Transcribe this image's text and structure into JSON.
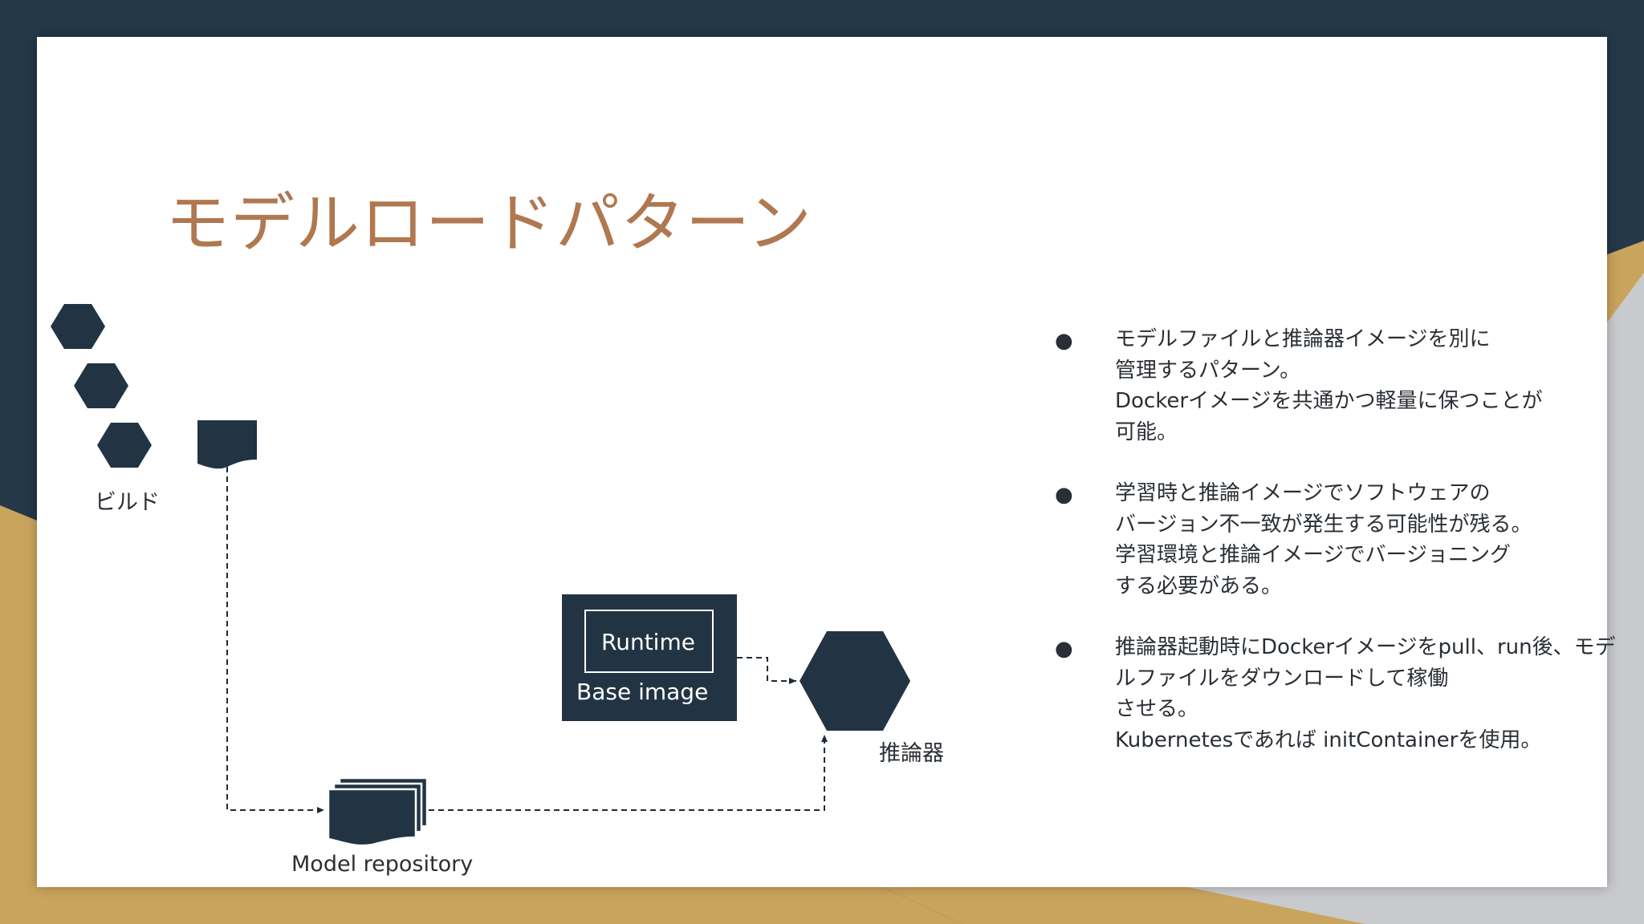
{
  "colors": {
    "frame_dark": "#243848",
    "frame_gold": "#c9a45c",
    "frame_gray": "#c9cacd",
    "slide_bg": "#ffffff",
    "title": "#b07850",
    "shape_fill": "#223444",
    "text": "#2a2f35"
  },
  "slide": {
    "title": "モデルロードパターン"
  },
  "diagram": {
    "build_label": "ビルド",
    "runtime_label": "Runtime",
    "base_image_label": "Base image",
    "inference_label": "推論器",
    "model_repository_label": "Model repository"
  },
  "bullets": [
    {
      "lines": [
        "モデルファイルと推論器イメージを別に",
        "管理するパターン。",
        "Dockerイメージを共通かつ軽量に保つことが",
        "可能。"
      ]
    },
    {
      "lines": [
        "学習時と推論イメージでソフトウェアの",
        "バージョン不一致が発生する可能性が残る。",
        "学習環境と推論イメージでバージョニング",
        "する必要がある。"
      ]
    },
    {
      "lines": [
        "推論器起動時にDockerイメージをpull、run後、モデ",
        "ルファイルをダウンロードして稼働",
        "させる。",
        "Kubernetesであれば initContainerを使用。"
      ]
    }
  ]
}
